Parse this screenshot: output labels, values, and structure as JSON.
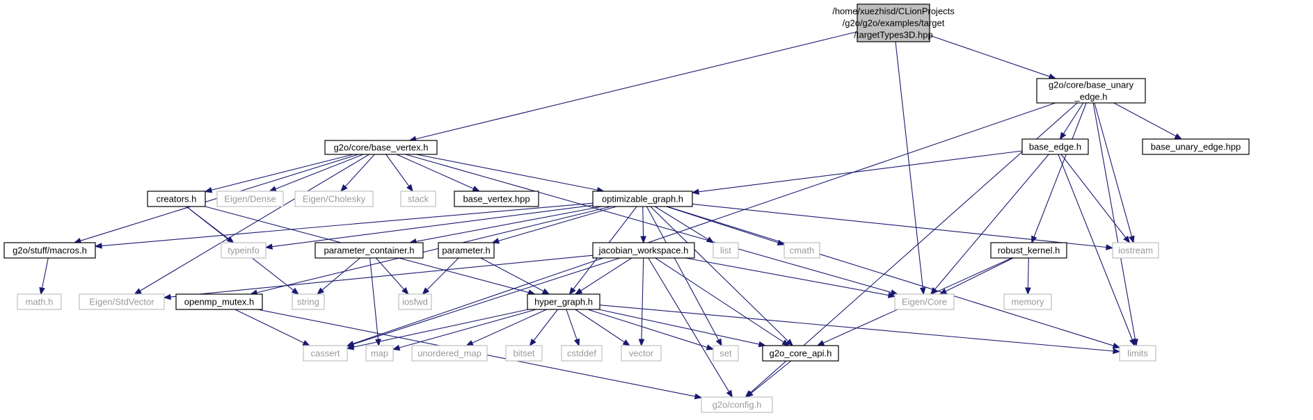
{
  "diagram": {
    "nodes": [
      {
        "id": "root",
        "kind": "root",
        "lines": [
          "/home/xuezhisd/CLionProjects",
          "/g2o/g2o/examples/target",
          "/targetTypes3D.hpp"
        ]
      },
      {
        "id": "base_unary_edge_h",
        "kind": "doc",
        "lines": [
          "g2o/core/base_unary",
          "_edge.h"
        ]
      },
      {
        "id": "base_vertex_h",
        "kind": "doc",
        "lines": [
          "g2o/core/base_vertex.h"
        ]
      },
      {
        "id": "base_edge_h",
        "kind": "doc",
        "lines": [
          "base_edge.h"
        ]
      },
      {
        "id": "base_unary_edge_hpp",
        "kind": "doc",
        "lines": [
          "base_unary_edge.hpp"
        ]
      },
      {
        "id": "creators_h",
        "kind": "doc",
        "lines": [
          "creators.h"
        ]
      },
      {
        "id": "eigen_dense",
        "kind": "ext",
        "lines": [
          "Eigen/Dense"
        ]
      },
      {
        "id": "eigen_cholesky",
        "kind": "ext",
        "lines": [
          "Eigen/Cholesky"
        ]
      },
      {
        "id": "stack",
        "kind": "ext",
        "lines": [
          "stack"
        ]
      },
      {
        "id": "base_vertex_hpp",
        "kind": "doc",
        "lines": [
          "base_vertex.hpp"
        ]
      },
      {
        "id": "optimizable_graph_h",
        "kind": "doc",
        "lines": [
          "optimizable_graph.h"
        ]
      },
      {
        "id": "macros_h",
        "kind": "doc",
        "lines": [
          "g2o/stuff/macros.h"
        ]
      },
      {
        "id": "typeinfo",
        "kind": "ext",
        "lines": [
          "typeinfo"
        ]
      },
      {
        "id": "parameter_container_h",
        "kind": "doc",
        "lines": [
          "parameter_container.h"
        ]
      },
      {
        "id": "parameter_h",
        "kind": "doc",
        "lines": [
          "parameter.h"
        ]
      },
      {
        "id": "jacobian_workspace_h",
        "kind": "doc",
        "lines": [
          "jacobian_workspace.h"
        ]
      },
      {
        "id": "list",
        "kind": "ext",
        "lines": [
          "list"
        ]
      },
      {
        "id": "cmath",
        "kind": "ext",
        "lines": [
          "cmath"
        ]
      },
      {
        "id": "iostream",
        "kind": "ext",
        "lines": [
          "iostream"
        ]
      },
      {
        "id": "robust_kernel_h",
        "kind": "doc",
        "lines": [
          "robust_kernel.h"
        ]
      },
      {
        "id": "math_h",
        "kind": "ext",
        "lines": [
          "math.h"
        ]
      },
      {
        "id": "eigen_stdvector",
        "kind": "ext",
        "lines": [
          "Eigen/StdVector"
        ]
      },
      {
        "id": "openmp_mutex_h",
        "kind": "doc",
        "lines": [
          "openmp_mutex.h"
        ]
      },
      {
        "id": "string",
        "kind": "ext",
        "lines": [
          "string"
        ]
      },
      {
        "id": "iosfwd",
        "kind": "ext",
        "lines": [
          "iosfwd"
        ]
      },
      {
        "id": "hyper_graph_h",
        "kind": "doc",
        "lines": [
          "hyper_graph.h"
        ]
      },
      {
        "id": "eigen_core",
        "kind": "ext",
        "lines": [
          "Eigen/Core"
        ]
      },
      {
        "id": "memory",
        "kind": "ext",
        "lines": [
          "memory"
        ]
      },
      {
        "id": "cassert",
        "kind": "ext",
        "lines": [
          "cassert"
        ]
      },
      {
        "id": "map",
        "kind": "ext",
        "lines": [
          "map"
        ]
      },
      {
        "id": "unordered_map",
        "kind": "ext",
        "lines": [
          "unordered_map"
        ]
      },
      {
        "id": "bitset",
        "kind": "ext",
        "lines": [
          "bitset"
        ]
      },
      {
        "id": "cstddef",
        "kind": "ext",
        "lines": [
          "cstddef"
        ]
      },
      {
        "id": "vector",
        "kind": "ext",
        "lines": [
          "vector"
        ]
      },
      {
        "id": "set",
        "kind": "ext",
        "lines": [
          "set"
        ]
      },
      {
        "id": "g2o_core_api_h",
        "kind": "doc",
        "lines": [
          "g2o_core_api.h"
        ]
      },
      {
        "id": "limits",
        "kind": "ext",
        "lines": [
          "limits"
        ]
      },
      {
        "id": "g2o_config_h",
        "kind": "ext",
        "lines": [
          "g2o/config.h"
        ]
      }
    ],
    "edges": [
      [
        "root",
        "base_vertex_h"
      ],
      [
        "root",
        "eigen_core"
      ],
      [
        "root",
        "base_unary_edge_h"
      ],
      [
        "base_unary_edge_h",
        "base_edge_h"
      ],
      [
        "base_unary_edge_h",
        "base_unary_edge_hpp"
      ],
      [
        "base_unary_edge_h",
        "iostream"
      ],
      [
        "base_unary_edge_h",
        "robust_kernel_h"
      ],
      [
        "base_unary_edge_h",
        "limits"
      ],
      [
        "base_unary_edge_h",
        "g2o_config_h"
      ],
      [
        "base_unary_edge_h",
        "cassert"
      ],
      [
        "base_vertex_h",
        "creators_h"
      ],
      [
        "base_vertex_h",
        "eigen_dense"
      ],
      [
        "base_vertex_h",
        "eigen_cholesky"
      ],
      [
        "base_vertex_h",
        "stack"
      ],
      [
        "base_vertex_h",
        "base_vertex_hpp"
      ],
      [
        "base_vertex_h",
        "optimizable_graph_h"
      ],
      [
        "base_vertex_h",
        "macros_h"
      ],
      [
        "base_vertex_h",
        "eigen_stdvector"
      ],
      [
        "base_vertex_h",
        "eigen_core"
      ],
      [
        "base_edge_h",
        "optimizable_graph_h"
      ],
      [
        "base_edge_h",
        "iostream"
      ],
      [
        "base_edge_h",
        "eigen_core"
      ],
      [
        "base_edge_h",
        "limits"
      ],
      [
        "creators_h",
        "typeinfo"
      ],
      [
        "creators_h",
        "string"
      ],
      [
        "creators_h",
        "hyper_graph_h"
      ],
      [
        "optimizable_graph_h",
        "macros_h"
      ],
      [
        "optimizable_graph_h",
        "typeinfo"
      ],
      [
        "optimizable_graph_h",
        "parameter_container_h"
      ],
      [
        "optimizable_graph_h",
        "parameter_h"
      ],
      [
        "optimizable_graph_h",
        "jacobian_workspace_h"
      ],
      [
        "optimizable_graph_h",
        "list"
      ],
      [
        "optimizable_graph_h",
        "cmath"
      ],
      [
        "optimizable_graph_h",
        "iostream"
      ],
      [
        "optimizable_graph_h",
        "openmp_mutex_h"
      ],
      [
        "optimizable_graph_h",
        "hyper_graph_h"
      ],
      [
        "optimizable_graph_h",
        "set"
      ],
      [
        "optimizable_graph_h",
        "g2o_core_api_h"
      ],
      [
        "optimizable_graph_h",
        "limits"
      ],
      [
        "macros_h",
        "math_h"
      ],
      [
        "parameter_container_h",
        "string"
      ],
      [
        "parameter_container_h",
        "iosfwd"
      ],
      [
        "parameter_container_h",
        "map"
      ],
      [
        "parameter_h",
        "iosfwd"
      ],
      [
        "parameter_h",
        "hyper_graph_h"
      ],
      [
        "jacobian_workspace_h",
        "eigen_stdvector"
      ],
      [
        "jacobian_workspace_h",
        "eigen_core"
      ],
      [
        "jacobian_workspace_h",
        "hyper_graph_h"
      ],
      [
        "jacobian_workspace_h",
        "vector"
      ],
      [
        "jacobian_workspace_h",
        "cassert"
      ],
      [
        "jacobian_workspace_h",
        "g2o_core_api_h"
      ],
      [
        "jacobian_workspace_h",
        "g2o_config_h"
      ],
      [
        "robust_kernel_h",
        "memory"
      ],
      [
        "robust_kernel_h",
        "eigen_core"
      ],
      [
        "robust_kernel_h",
        "g2o_core_api_h"
      ],
      [
        "openmp_mutex_h",
        "cassert"
      ],
      [
        "openmp_mutex_h",
        "g2o_config_h"
      ],
      [
        "hyper_graph_h",
        "cassert"
      ],
      [
        "hyper_graph_h",
        "map"
      ],
      [
        "hyper_graph_h",
        "unordered_map"
      ],
      [
        "hyper_graph_h",
        "bitset"
      ],
      [
        "hyper_graph_h",
        "cstddef"
      ],
      [
        "hyper_graph_h",
        "vector"
      ],
      [
        "hyper_graph_h",
        "set"
      ],
      [
        "hyper_graph_h",
        "g2o_core_api_h"
      ],
      [
        "hyper_graph_h",
        "limits"
      ],
      [
        "g2o_core_api_h",
        "g2o_config_h"
      ]
    ]
  }
}
